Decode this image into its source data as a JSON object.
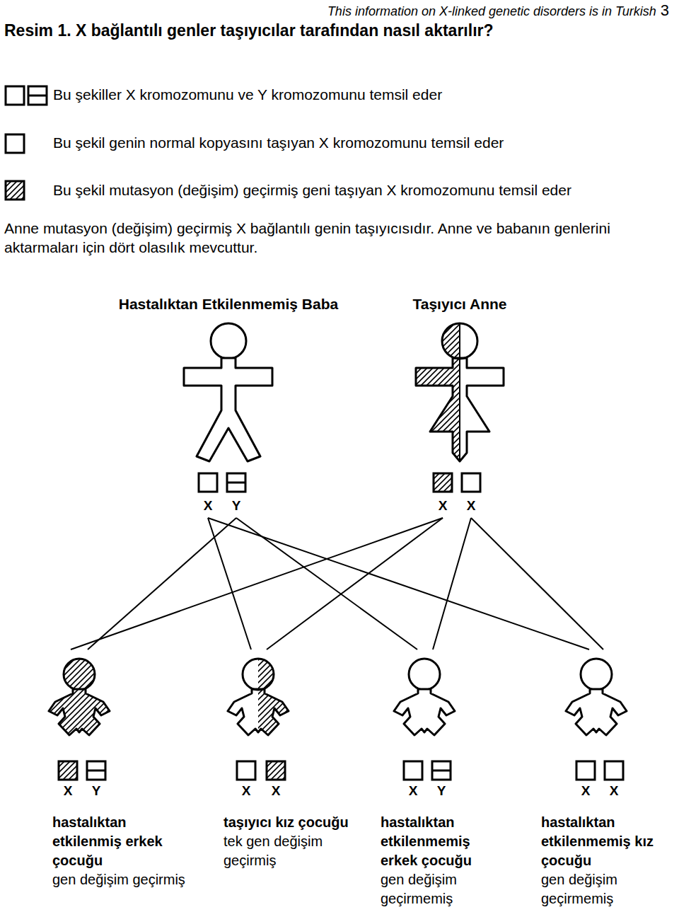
{
  "diagram": {
    "title": "Resim 1. X bağlantılı genler taşıyıcılar tarafından nasıl aktarılır?",
    "nodes": [
      {
        "text": [
          "Hastalıktan Etkilenmemiş Baba",
          "X",
          "Y"
        ]
      },
      {
        "text": [
          "Taşıyıcı Anne",
          "X",
          "X"
        ]
      },
      {
        "text": [
          "X",
          "Y",
          "hastalıktan etkilenmiş erkek çocuğu",
          "gen değişim geçirmiş"
        ]
      },
      {
        "text": [
          "X",
          "X",
          "taşıyıcı kız çocuğu",
          "tek gen değişim geçirmiş"
        ]
      },
      {
        "text": [
          "X",
          "Y",
          "hastalıktan etkilenmemiş erkek çocuğu",
          "gen değişim geçirmemiş"
        ]
      },
      {
        "text": [
          "X",
          "X",
          "hastalıktan etkilenmemiş kız çocuğu",
          "gen değişim geçirmemiş"
        ]
      }
    ],
    "edges": [
      {
        "from": 0,
        "to": 2,
        "arrow": "none"
      },
      {
        "from": 0,
        "to": 3,
        "arrow": "none"
      },
      {
        "from": 0,
        "to": 4,
        "arrow": "none"
      },
      {
        "from": 0,
        "to": 5,
        "arrow": "none"
      },
      {
        "from": 1,
        "to": 2,
        "arrow": "none"
      },
      {
        "from": 1,
        "to": 3,
        "arrow": "none"
      },
      {
        "from": 1,
        "to": 4,
        "arrow": "none"
      },
      {
        "from": 1,
        "to": 5,
        "arrow": "none"
      }
    ],
    "labels": [
      "This information on X-linked genetic disorders is in Turkish",
      "3",
      "Anne mutasyon (değişim) geçirmiş X bağlantılı genin taşıyıcısıdır. Anne ve babanın genlerini aktarmaları için dört olasılık mevcuttur."
    ],
    "legend": [
      {
        "text": "Bu şekiller X kromozomunu ve Y kromozomunu temsil eder"
      },
      {
        "text": "Bu şekil genin normal kopyasını taşıyan X kromozomunu temsil eder"
      },
      {
        "text": "Bu şekil mutasyon (değişim) geçirmiş geni taşıyan X kromozomunu temsil eder"
      }
    ]
  }
}
